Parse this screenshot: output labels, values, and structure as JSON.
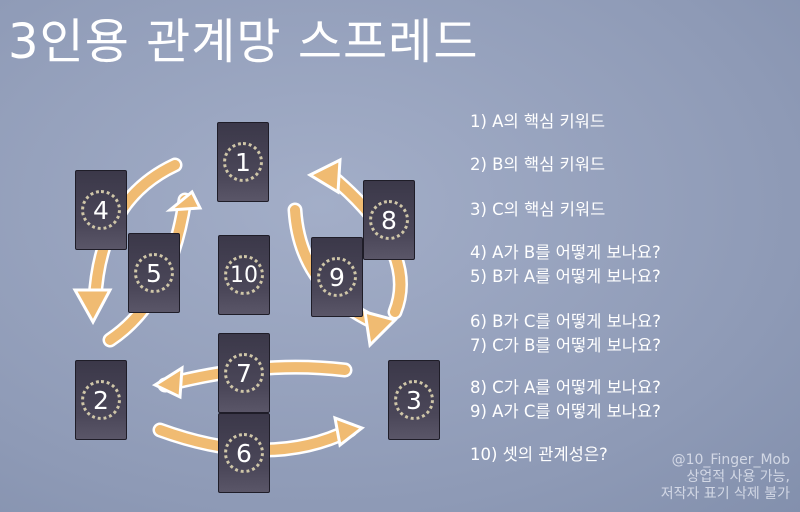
{
  "title": "3인용 관계망 스프레드",
  "cards": [
    "1",
    "2",
    "3",
    "4",
    "5",
    "6",
    "7",
    "8",
    "9",
    "10"
  ],
  "questions": [
    "1) A의 핵심 키워드",
    "2) B의 핵심 키워드",
    "3) C의 핵심 키워드",
    "4) A가 B를 어떻게 보나요?",
    "5) B가 A를 어떻게 보나요?",
    "6) B가 C를 어떻게 보나요?",
    "7) C가 B를 어떻게 보나요?",
    "8) C가 A를 어떻게 보나요?",
    "9) A가 C를 어떻게 보나요?",
    "10) 셋의 관계성은?"
  ],
  "credit": {
    "handle": "@10_Finger_Mob",
    "line1": "상업적 사용 가능,",
    "line2": "저작자 표기 삭제 불가"
  },
  "colors": {
    "arrow": "#f0bb72",
    "card": "#433f52"
  }
}
